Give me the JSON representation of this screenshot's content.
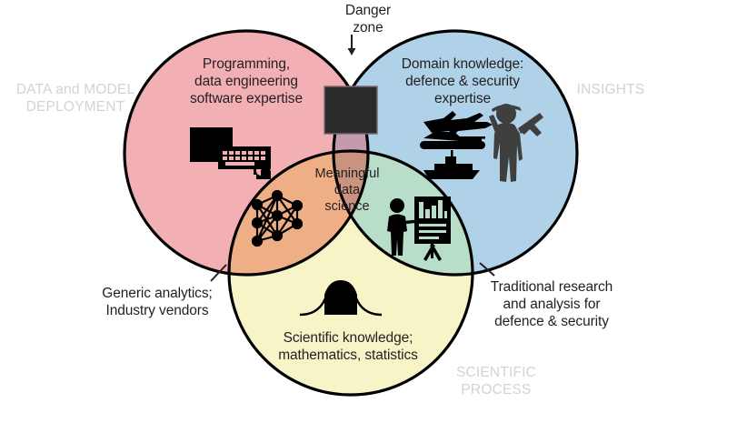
{
  "diagram": {
    "title_center": "Meaningful\ndata\nscience",
    "circles": [
      {
        "id": "programming",
        "label": "Programming,\ndata engineering\nsoftware  expertise",
        "fill": "#f2b0b4",
        "category": "DATA and MODEL\nDEPLOYMENT",
        "icons": [
          "monitor-keyboard-hand-icon"
        ]
      },
      {
        "id": "domain",
        "label": "Domain knowledge:\ndefence & security\nexpertise",
        "fill": "#afd2e9",
        "category": "INSIGHTS",
        "icons": [
          "fighter-jet-icon",
          "tank-icon",
          "warship-icon",
          "soldier-icon"
        ]
      },
      {
        "id": "scientific",
        "label": "Scientific knowledge;\nmathematics, statistics",
        "fill": "#f7f4c8",
        "category": "SCIENTIFIC\nPROCESS",
        "icons": [
          "bell-curve-icon"
        ]
      }
    ],
    "overlaps": [
      {
        "id": "danger-zone",
        "label": "Danger\nzone",
        "fill": "#c49aae",
        "icons": [
          "redacted-square-icon"
        ]
      },
      {
        "id": "generic-analytics",
        "label": "Generic analytics;\nIndustry vendors",
        "fill": "#eeaf86",
        "icons": [
          "neural-network-icon"
        ]
      },
      {
        "id": "traditional-research",
        "label": "Traditional research\nand analysis for\ndefence & security",
        "fill": "#b8ddc9",
        "icons": [
          "presenter-chart-icon"
        ]
      },
      {
        "id": "center",
        "label": "Meaningful\ndata\nscience",
        "fill": "#c9937f",
        "icons": []
      }
    ],
    "colors": {
      "pink": "#f2b0b4",
      "blue": "#afd2e9",
      "yellow": "#f7f4c8",
      "pink_blue": "#c49aae",
      "pink_yellow": "#eeaf86",
      "blue_yellow": "#b8ddc9",
      "center": "#c9937f",
      "outline": "#000000",
      "text": "#231f20",
      "category_text": "#d3d3d3",
      "icon": "#000000",
      "redacted": "#2b2b2b"
    }
  }
}
